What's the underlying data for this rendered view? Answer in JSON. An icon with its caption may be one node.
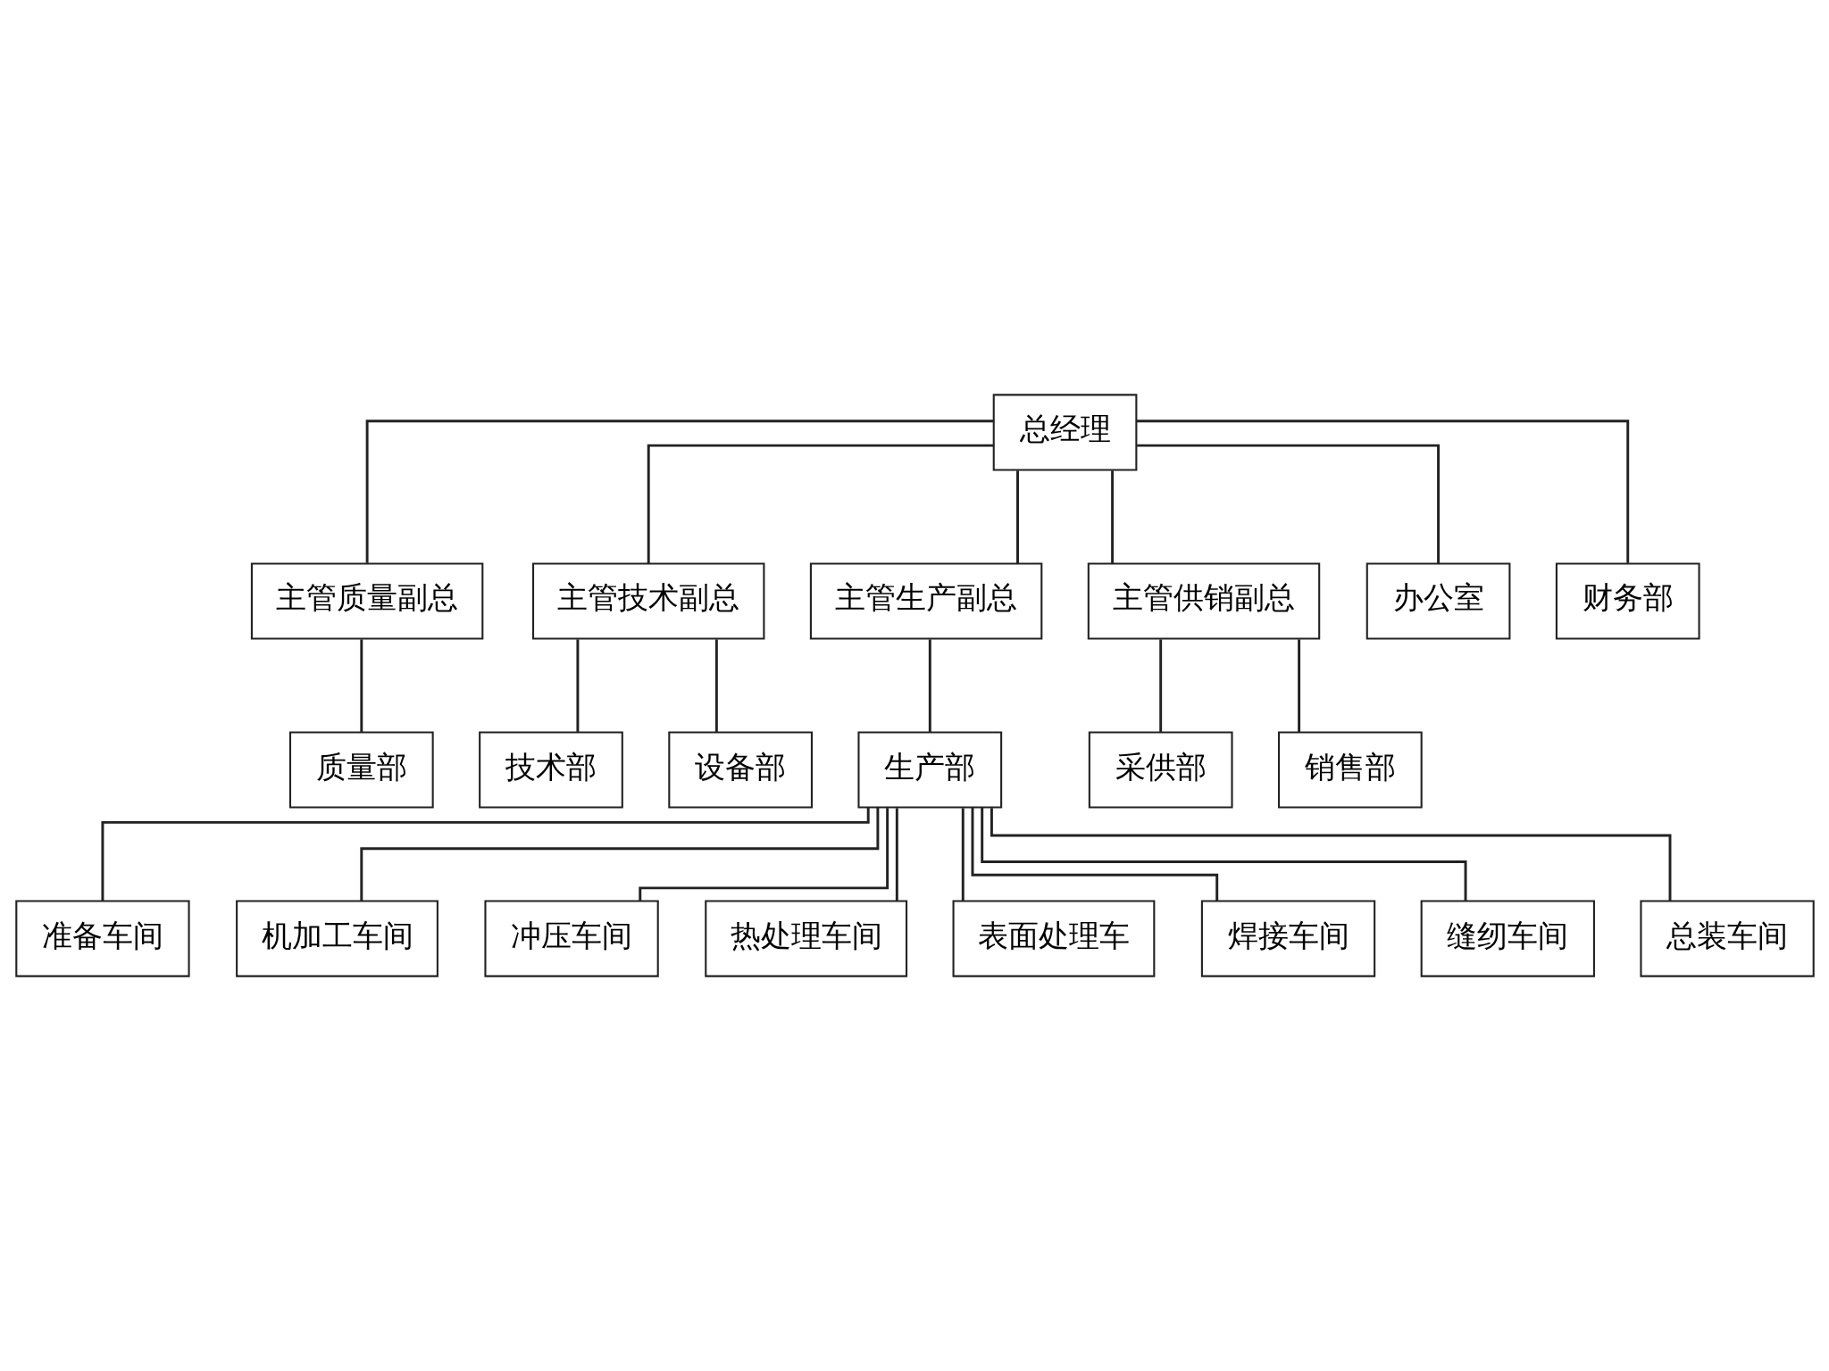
{
  "diagram": {
    "nodes": [
      {
        "text": [
          "总经理"
        ]
      },
      {
        "text": [
          "主管质量副总"
        ]
      },
      {
        "text": [
          "主管技术副总"
        ]
      },
      {
        "text": [
          "主管生产副总"
        ]
      },
      {
        "text": [
          "主管供销副总"
        ]
      },
      {
        "text": [
          "质量部"
        ]
      },
      {
        "text": [
          "技术部"
        ]
      },
      {
        "text": [
          "设备部"
        ]
      },
      {
        "text": [
          "生产部"
        ]
      },
      {
        "text": [
          "采供部"
        ]
      },
      {
        "text": [
          "销售部"
        ]
      },
      {
        "text": [
          "办公室"
        ]
      },
      {
        "text": [
          "财务部"
        ]
      },
      {
        "text": [
          "准备车间"
        ]
      },
      {
        "text": [
          "机加工车间"
        ]
      },
      {
        "text": [
          "冲压车间"
        ]
      },
      {
        "text": [
          "热处理车间"
        ]
      },
      {
        "text": [
          "表面处理车"
        ]
      },
      {
        "text": [
          "焊接车间"
        ]
      },
      {
        "text": [
          "缝纫车间"
        ]
      },
      {
        "text": [
          "总装车间"
        ]
      }
    ],
    "edges": [
      {
        "from": 0,
        "to": 1,
        "arrow": "none"
      },
      {
        "from": 0,
        "to": 2,
        "arrow": "none"
      },
      {
        "from": 0,
        "to": 3,
        "arrow": "none"
      },
      {
        "from": 0,
        "to": 4,
        "arrow": "none"
      },
      {
        "from": 0,
        "to": 11,
        "arrow": "none"
      },
      {
        "from": 0,
        "to": 12,
        "arrow": "none"
      },
      {
        "from": 1,
        "to": 5,
        "arrow": "none"
      },
      {
        "from": 2,
        "to": 6,
        "arrow": "none"
      },
      {
        "from": 2,
        "to": 7,
        "arrow": "none"
      },
      {
        "from": 3,
        "to": 8,
        "arrow": "none"
      },
      {
        "from": 4,
        "to": 9,
        "arrow": "none"
      },
      {
        "from": 4,
        "to": 10,
        "arrow": "none"
      },
      {
        "from": 8,
        "to": 13,
        "arrow": "none"
      },
      {
        "from": 8,
        "to": 14,
        "arrow": "none"
      },
      {
        "from": 8,
        "to": 15,
        "arrow": "none"
      },
      {
        "from": 8,
        "to": 16,
        "arrow": "none"
      },
      {
        "from": 8,
        "to": 17,
        "arrow": "none"
      },
      {
        "from": 8,
        "to": 18,
        "arrow": "none"
      },
      {
        "from": 8,
        "to": 19,
        "arrow": "none"
      },
      {
        "from": 8,
        "to": 20,
        "arrow": "none"
      }
    ]
  }
}
